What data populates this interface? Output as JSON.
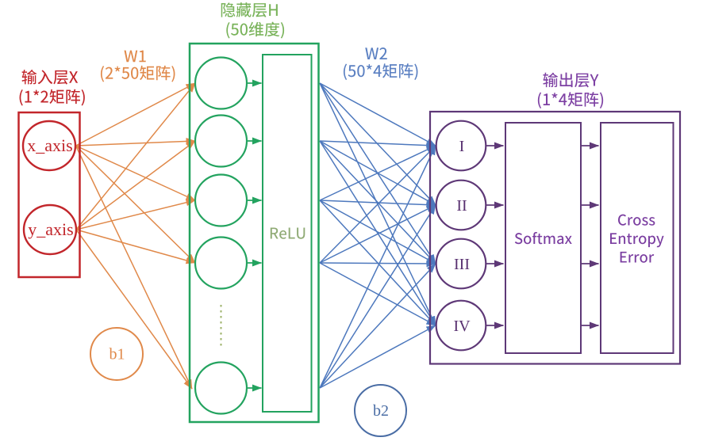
{
  "background": "#ffffff",
  "input_layer": {
    "title": "输入层X",
    "subtitle": "(1*2矩阵)",
    "neurons": [
      "x_axis",
      "y_axis"
    ],
    "color": "#c2262b"
  },
  "w1": {
    "label": "W1",
    "sublabel": "(2*50矩阵)",
    "bias_label": "b1",
    "color": "#e0894a"
  },
  "hidden_layer": {
    "title": "隐藏层H",
    "subtitle": "(50维度)",
    "activation_label": "ReLU",
    "color": "#23a35f"
  },
  "w2": {
    "label": "W2",
    "sublabel": "(50*4矩阵)",
    "bias_label": "b2",
    "color": "#4d78bd"
  },
  "output_layer": {
    "title": "输出层Y",
    "subtitle": "(1*4矩阵)",
    "neurons": [
      "I",
      "II",
      "III",
      "IV"
    ],
    "softmax_label": "Softmax",
    "loss_lines": [
      "Cross",
      "Entropy",
      "Error"
    ],
    "color": "#5e3877"
  }
}
